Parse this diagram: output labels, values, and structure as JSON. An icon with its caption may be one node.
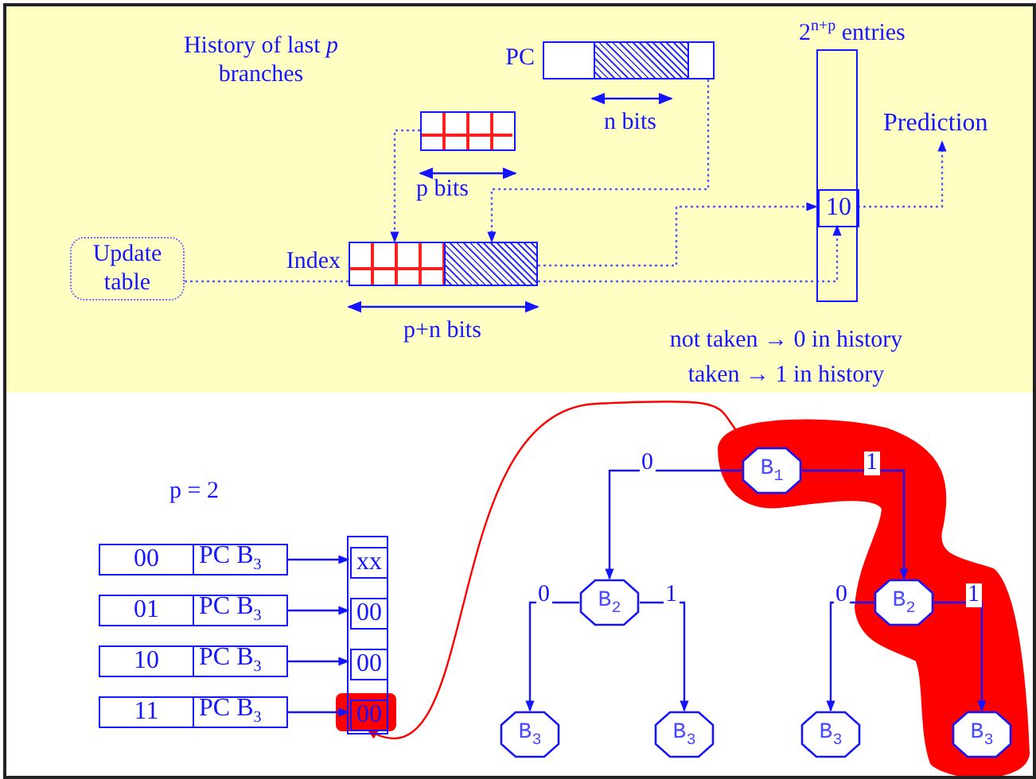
{
  "diagram": {
    "nodes": [
      {
        "text": [
          "Update table"
        ]
      },
      {
        "text": [],
        "shape": "box"
      },
      {
        "text": [
          "PC"
        ]
      },
      {
        "text": [
          "Index"
        ]
      },
      {
        "text": [
          "2$^{n+p}$ entries"
        ]
      },
      {
        "text": [
          "10"
        ],
        "in": 4
      },
      {
        "text": [
          "Prediction"
        ]
      },
      {
        "text": [
          "00"
        ]
      },
      {
        "text": [
          "PC B$_{3}$"
        ]
      },
      {
        "text": [
          "01"
        ]
      },
      {
        "text": [
          "PC B$_{3}$"
        ]
      },
      {
        "text": [
          "10"
        ]
      },
      {
        "text": [
          "PC B$_{3}$"
        ]
      },
      {
        "text": [
          "11"
        ]
      },
      {
        "text": [
          "PC B$_{3}$"
        ]
      },
      {
        "text": [],
        "shape": "box"
      },
      {
        "text": [
          "xx"
        ],
        "in": 15
      },
      {
        "text": [
          "00"
        ],
        "in": 15
      },
      {
        "text": [
          "00"
        ],
        "in": 15
      },
      {
        "text": [
          "00"
        ],
        "in": 15
      },
      {
        "text": [
          "B$_{1}$"
        ]
      },
      {
        "text": [
          "B$_{2}$"
        ]
      },
      {
        "text": [
          "B$_{2}$"
        ]
      },
      {
        "text": [
          "B$_{3}$"
        ]
      },
      {
        "text": [
          "B$_{3}$"
        ]
      },
      {
        "text": [
          "B$_{3}$"
        ]
      },
      {
        "text": [
          "B$_{3}$"
        ]
      }
    ],
    "edges": [
      {
        "from": 1,
        "to": 3,
        "arrow": "to",
        "style": "dashed"
      },
      {
        "from": 2,
        "to": 3,
        "arrow": "to",
        "style": "dashed"
      },
      {
        "from": 3,
        "to": 5,
        "arrow": "to",
        "style": "dashed"
      },
      {
        "from": 0,
        "to": 3,
        "arrow": "none",
        "style": "dashed"
      },
      {
        "from": 3,
        "to": 5,
        "arrow": "to",
        "style": "dashed"
      },
      {
        "from": 5,
        "to": 6,
        "arrow": "to",
        "style": "dashed"
      },
      {
        "from": 8,
        "to": 16,
        "arrow": "to"
      },
      {
        "from": 10,
        "to": 17,
        "arrow": "to"
      },
      {
        "from": 12,
        "to": 18,
        "arrow": "to"
      },
      {
        "from": 14,
        "to": 19,
        "arrow": "to"
      },
      {
        "from": 19,
        "to": 20,
        "arrow": "both",
        "color": "#ff0000"
      },
      {
        "from": 20,
        "to": 21,
        "arrow": "to",
        "label": "0"
      },
      {
        "from": 20,
        "to": 22,
        "arrow": "to",
        "label": "1"
      },
      {
        "from": 21,
        "to": 23,
        "arrow": "to",
        "label": "0"
      },
      {
        "from": 21,
        "to": 24,
        "arrow": "to",
        "label": "1"
      },
      {
        "from": 22,
        "to": 25,
        "arrow": "to",
        "label": "0"
      },
      {
        "from": 22,
        "to": 26,
        "arrow": "to",
        "label": "1"
      }
    ],
    "labels": [
      "History of last *p* branches",
      "n bits",
      "p bits",
      "p+n bits",
      "not taken → 0 in history",
      "taken → 1 in history",
      "p = 2"
    ]
  }
}
